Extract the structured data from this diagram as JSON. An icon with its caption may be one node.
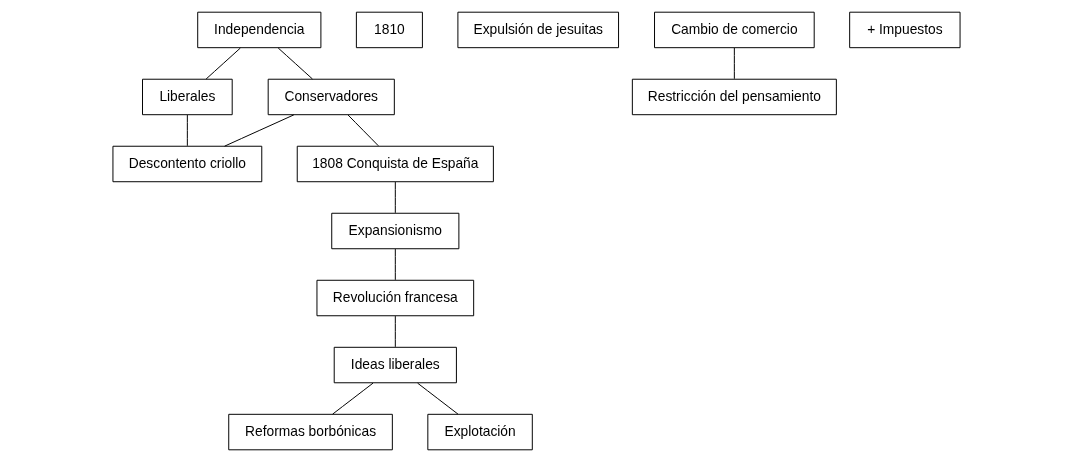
{
  "diagram": {
    "nodes": [
      {
        "text": [
          "Independencia"
        ]
      },
      {
        "text": [
          "1810"
        ]
      },
      {
        "text": [
          "Conservadores"
        ]
      },
      {
        "text": [
          "Liberales"
        ]
      },
      {
        "text": [
          "Descontento criollo"
        ]
      },
      {
        "text": [
          "1808 Conquista de España"
        ]
      },
      {
        "text": [
          "Expulsión de jesuitas"
        ]
      },
      {
        "text": [
          "Cambio de comercio"
        ]
      },
      {
        "text": [
          "Expansionismo"
        ]
      },
      {
        "text": [
          "+ Impuestos"
        ]
      },
      {
        "text": [
          "Restricción del pensamiento"
        ]
      },
      {
        "text": [
          "Revolución francesa"
        ]
      },
      {
        "text": [
          "Reformas borbónicas"
        ]
      },
      {
        "text": [
          "Ideas liberales"
        ]
      },
      {
        "text": [
          "Explotación"
        ]
      }
    ],
    "edges": [
      {
        "from": 0,
        "to": 2,
        "arrow": "none"
      },
      {
        "from": 0,
        "to": 3,
        "arrow": "none"
      },
      {
        "from": 2,
        "to": 4,
        "arrow": "none"
      },
      {
        "from": 3,
        "to": 4,
        "arrow": "none"
      },
      {
        "from": 2,
        "to": 5,
        "arrow": "none"
      },
      {
        "from": 5,
        "to": 8,
        "arrow": "none"
      },
      {
        "from": 8,
        "to": 11,
        "arrow": "none"
      },
      {
        "from": 11,
        "to": 13,
        "arrow": "none"
      },
      {
        "from": 13,
        "to": 12,
        "arrow": "none"
      },
      {
        "from": 13,
        "to": 14,
        "arrow": "none"
      },
      {
        "from": 7,
        "to": 10,
        "arrow": "none"
      }
    ]
  }
}
